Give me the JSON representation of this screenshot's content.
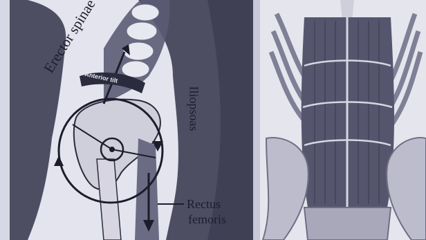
{
  "labels": {
    "erector_spinae": "Erector spinae",
    "iliopsoas": "Iliopsoas",
    "anterior_tilt": "Anterior tilt",
    "rectus_line1": "Rectus",
    "rectus_line2": "femoris"
  },
  "colors": {
    "panel_dark": "#4a4b5e",
    "panel_light": "#e6e6f0",
    "muscle": "#5a5b73",
    "bone": "#d4d3de",
    "ink": "#1c1d2c"
  }
}
